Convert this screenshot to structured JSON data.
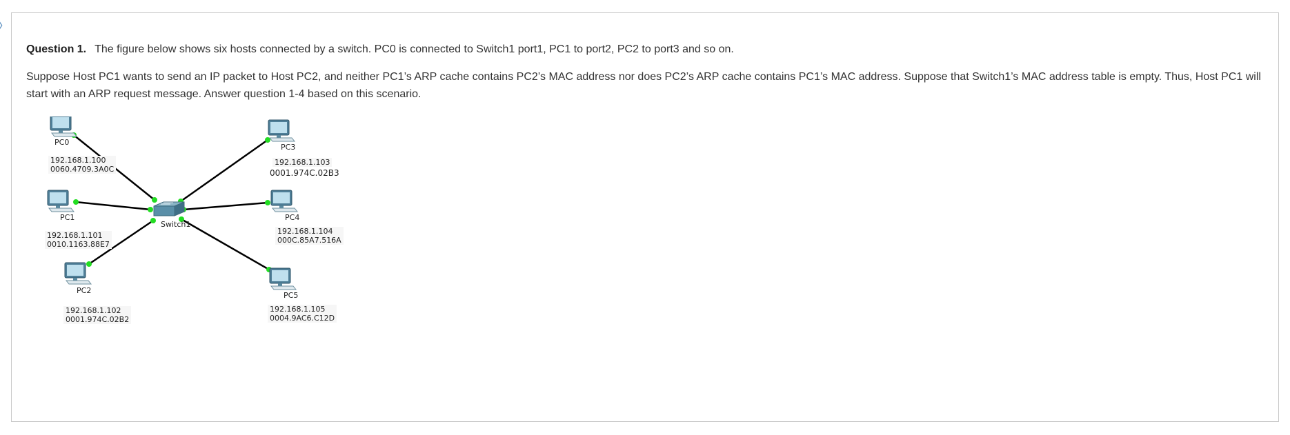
{
  "question": {
    "label": "Question 1.",
    "intro": "The figure below shows six hosts connected by a switch. PC0 is connected to Switch1 port1, PC1 to port2, PC2 to port3 and so on.",
    "scenario": "Suppose Host PC1 wants to send an IP packet to Host PC2, and neither PC1’s ARP cache contains PC2’s MAC address nor does PC2’s ARP cache contains PC1’s MAC address. Suppose that Switch1’s MAC address table is empty. Thus, Host PC1 will start with an ARP request message. Answer question 1-4 based on this scenario."
  },
  "diagram": {
    "switch": {
      "name": "Switch1"
    },
    "hosts": [
      {
        "name": "PC0",
        "ip": "192.168.1.100",
        "mac": "0060.4709.3A0C"
      },
      {
        "name": "PC1",
        "ip": "192.168.1.101",
        "mac": "0010.1163.88E7"
      },
      {
        "name": "PC2",
        "ip": "192.168.1.102",
        "mac": "0001.974C.02B2"
      },
      {
        "name": "PC3",
        "ip": "192.168.1.103",
        "mac": "0001.974C.02B3"
      },
      {
        "name": "PC4",
        "ip": "192.168.1.104",
        "mac": "000C.85A7.516A"
      },
      {
        "name": "PC5",
        "ip": "192.168.1.105",
        "mac": "0004.9AC6.C12D"
      }
    ],
    "colors": {
      "link": "#000000",
      "port": "#22dd22",
      "device": "#5a8fa8"
    }
  }
}
